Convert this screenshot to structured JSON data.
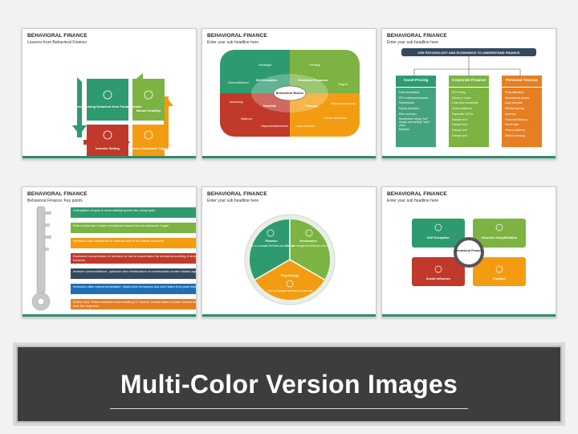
{
  "colors": {
    "green": "#2e9a6f",
    "lime": "#7cb342",
    "red": "#c0392b",
    "orange": "#f39c12",
    "navy": "#34495e",
    "blue": "#1f6fb5"
  },
  "slide1": {
    "title": "BEHAVIORAL FINANCE",
    "subtitle": "Lessons from Behavioral Finance",
    "quadrants": [
      "Market Pricing Detached from Fundamentals",
      "Market Volatility",
      "Investor Selling",
      "Investor Emotional Trigger"
    ]
  },
  "slide2": {
    "title": "BEHAVIORAL FINANCE",
    "subtitle": "Enter your sub headline here",
    "center": "Behavioral Biases",
    "inner": [
      "Self Deception",
      "Emotional Response",
      "Heuristic",
      "Framing"
    ],
    "outer": [
      "Hindsight",
      "Herding",
      "Overconfidence",
      "Regret",
      "Anchoring",
      "Mental accounting",
      "Saliency",
      "Representativeness",
      "Loss aversion",
      "House dividends"
    ]
  },
  "slide3": {
    "title": "BEHAVIORAL FINANCE",
    "subtitle": "Enter your sub headline here",
    "banner": "USE PSYCHOLOGY AND ECONOMICS TO UNDERSTAND FINANCE",
    "columns": [
      {
        "head": "Asset Pricing",
        "items": [
          "Price Anomalies",
          "IPO underperformance",
          "Sentimental",
          "Equity premium",
          "Risk aversion",
          "Momentum riding \"hot\" stocks and selling \"cold\" ones",
          "Bubbles"
        ]
      },
      {
        "head": "Corporate Finance",
        "items": [
          "IPO timing",
          "Winner's curse",
          "Cash flow sensitivity",
          "Overconfidence",
          "Superstar CEOs",
          "Sample text",
          "Sample text",
          "Sample text",
          "Sample text"
        ]
      },
      {
        "head": "Personal Finance",
        "items": [
          "Procrastination",
          "Sensational stories",
          "Loss aversion",
          "Mental framing",
          "Ancestry",
          "Financial illiteracy",
          "Home bias",
          "Overconfidence",
          "Wishful thinking"
        ]
      }
    ]
  },
  "slide4": {
    "title": "BEHAVIORAL FINANCE",
    "subtitle": "Behavioral Finance: Key points",
    "points": [
      "Anticipation of gain is more satisfying than the actual gain.",
      "Pain of loss has a larger emotional impact than the pleasure of gain.",
      "Investors lose confidence in markets due to the media response.",
      "Excessive conservatism & aversion to risk is exacerbated by mental accounting & short time horizons.",
      "Investor overconfidence, optimism and minimization of uncertainties create inflated ages.",
      "Investors often repeat predictable, destructive behaviors and don't learn from past mistakes.",
      "Bottom line: These behaviors and resulting in \"money\" events leads to lower overall returns over the long term."
    ]
  },
  "slide5": {
    "title": "BEHAVIORAL FINANCE",
    "subtitle": "Enter your sub headline here",
    "segments": [
      {
        "title": "Finance",
        "text": "This is a sample text that you can edit"
      },
      {
        "title": "Economics",
        "text": "This is a sample text that you can edit"
      },
      {
        "title": "Psychology",
        "text": "This is a sample text that you can edit"
      }
    ]
  },
  "slide6": {
    "title": "BEHAVIORAL FINANCE",
    "subtitle": "Enter your sub headline here",
    "center": "Behavioral Finance",
    "boxes": [
      "Self Deception",
      "Heuristic Simplification",
      "Social Influence",
      "Emotion"
    ]
  },
  "banner": {
    "title": "Multi-Color Version Images"
  }
}
